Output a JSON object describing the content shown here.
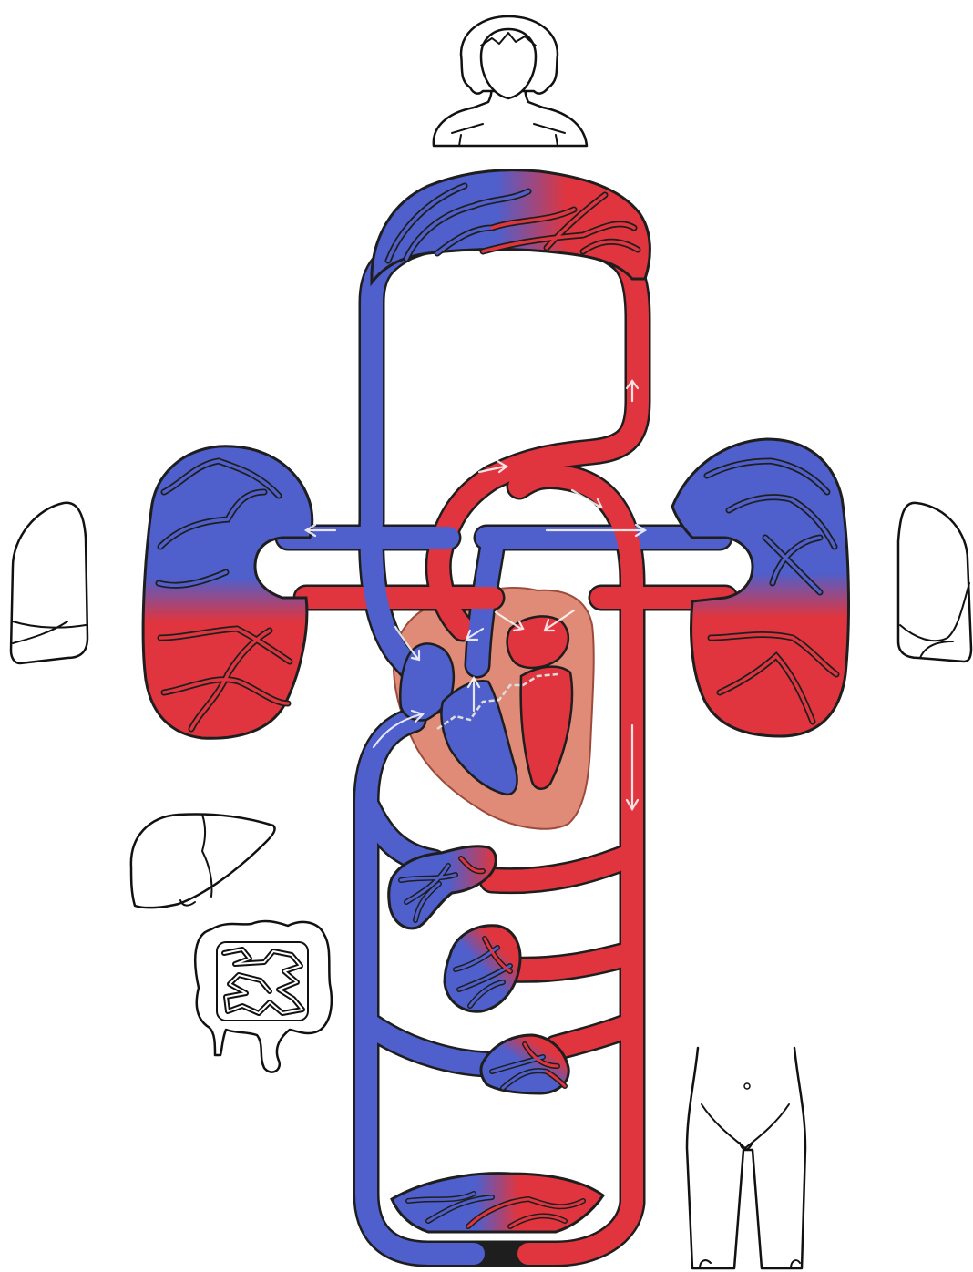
{
  "diagram": {
    "colors": {
      "deoxygenated": "#4f5fcc",
      "oxygenated": "#e0353e",
      "heart_tissue": "#e08a78",
      "heart_outline": "#9c4a3c",
      "outline": "#111111",
      "background": "#ffffff"
    },
    "organ_icons": [
      "head-torso-icon",
      "left-lung-icon",
      "right-lung-icon",
      "liver-icon",
      "intestines-icon",
      "lower-body-icon"
    ],
    "capillary_beds": [
      "upper-body-capillary-bed",
      "left-lung-capillary-bed",
      "right-lung-capillary-bed",
      "liver-capillary-bed",
      "gut-capillary-bed",
      "kidney-capillary-bed",
      "lower-body-capillary-bed"
    ],
    "vessels": [
      "superior-vena-cava",
      "inferior-vena-cava",
      "pulmonary-artery",
      "pulmonary-vein",
      "aorta",
      "descending-aorta"
    ],
    "chambers": [
      "right-atrium",
      "right-ventricle",
      "left-atrium",
      "left-ventricle"
    ]
  }
}
